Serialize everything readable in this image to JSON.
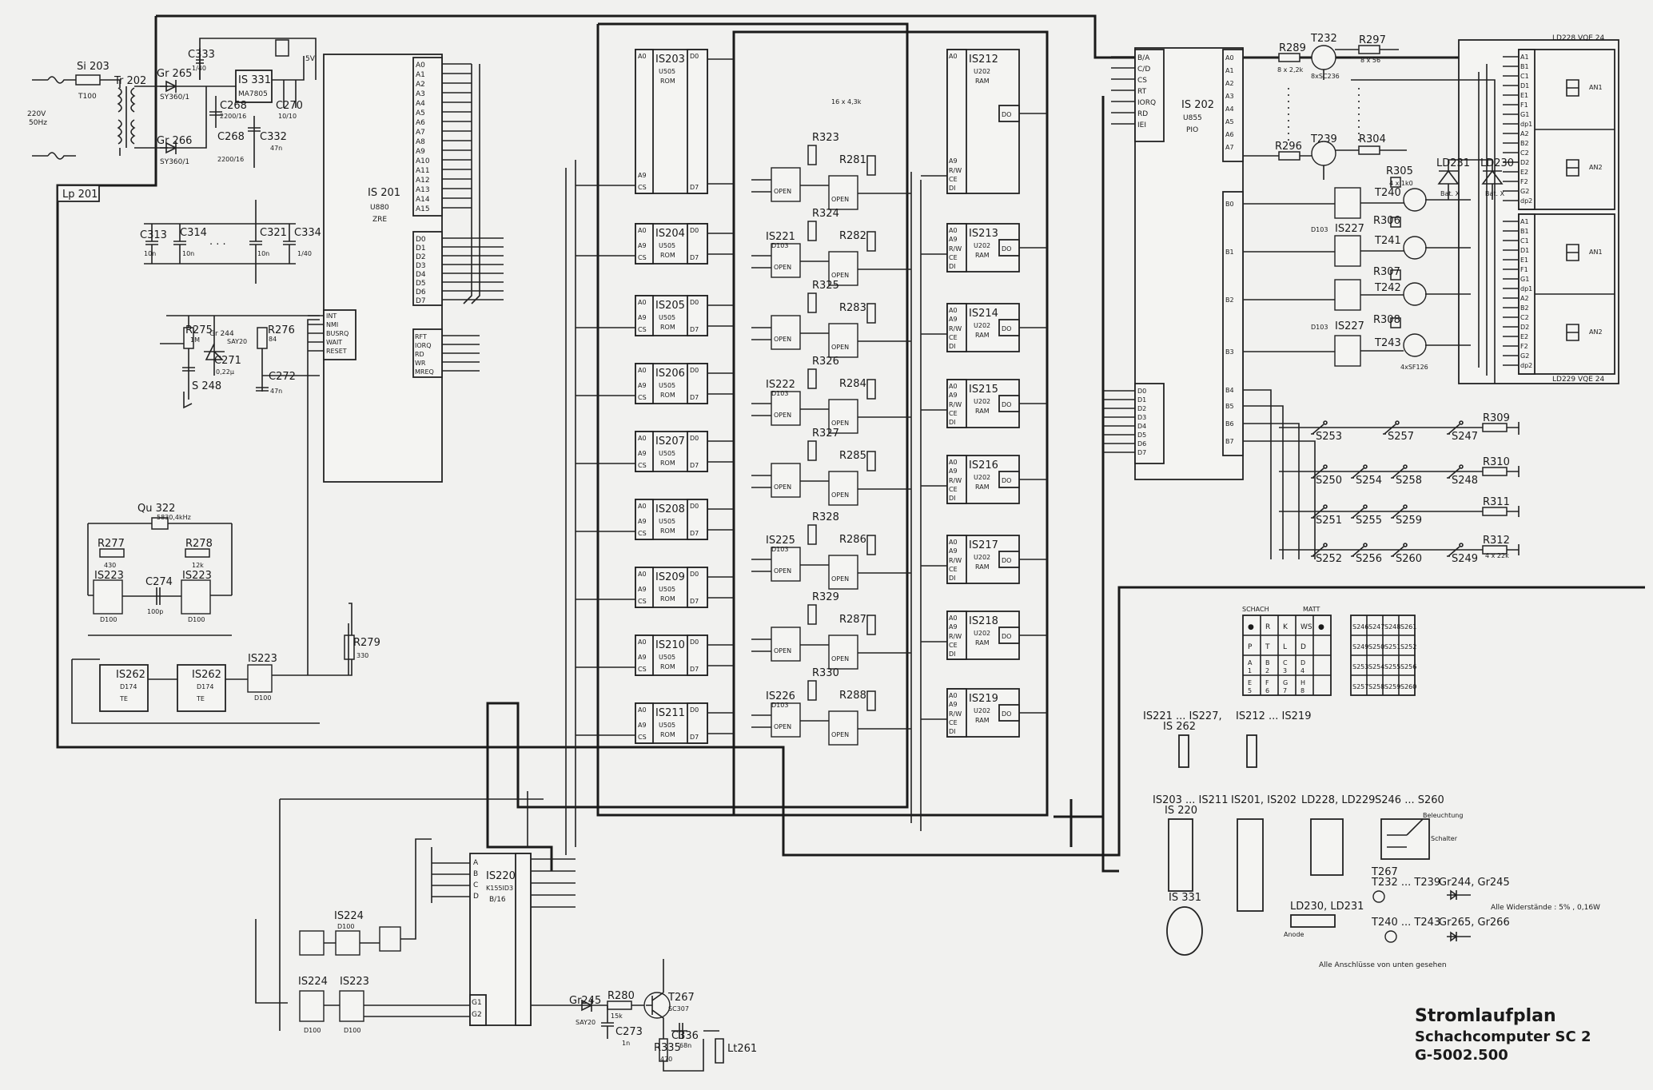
{
  "title": {
    "line1": "Stromlaufplan",
    "line2": "Schachcomputer  SC 2",
    "line3": "G-5002.500"
  },
  "power": {
    "mains": "220V",
    "freq": "50Hz",
    "fuse": "Si 203",
    "fuse_value": "T100",
    "transformer": "Tr 202",
    "diode1": "Gr 265",
    "diode1_type": "SY360/1",
    "diode2": "Gr 266",
    "diode2_type": "SY360/1",
    "regulator": "IS 331",
    "regulator_type": "MA7805",
    "board": "Lp 201",
    "supply": "5V"
  },
  "capacitors": [
    {
      "name": "C333",
      "value": "1/40"
    },
    {
      "name": "C268",
      "value": "2200/16"
    },
    {
      "name": "C270",
      "value": "10/10"
    },
    {
      "name": "C268",
      "value": "2200/16"
    },
    {
      "name": "C332",
      "value": "47n"
    },
    {
      "name": "C313",
      "value": "10n"
    },
    {
      "name": "C314",
      "value": "10n"
    },
    {
      "name": "C321",
      "value": "10n"
    },
    {
      "name": "C334",
      "value": "1/40"
    },
    {
      "name": "C271",
      "value": "0,22µ"
    },
    {
      "name": "C272",
      "value": "47n"
    },
    {
      "name": "C274",
      "value": "100p"
    },
    {
      "name": "C273",
      "value": "1n"
    },
    {
      "name": "C336",
      "value": "68n"
    }
  ],
  "resistors_left": [
    {
      "name": "R275",
      "value": "1M"
    },
    {
      "name": "R276",
      "value": "84"
    },
    {
      "name": "R277",
      "value": "430"
    },
    {
      "name": "R278",
      "value": "12k"
    },
    {
      "name": "R279",
      "value": "330"
    },
    {
      "name": "R280",
      "value": "15k"
    },
    {
      "name": "R335",
      "value": "470"
    }
  ],
  "misc_left": {
    "zener": "Gr 244",
    "zener_type": "SAY20",
    "switch": "S 248",
    "crystal": "Qu 322",
    "crystal_freq": "5830,4kHz",
    "is223": "IS223",
    "d100": "D100",
    "is262": "IS262",
    "d174": "D174",
    "te": "TE",
    "gr245": "Gr245",
    "gr245_type": "SAY20",
    "t267": "T267",
    "t267_type": "SC307",
    "lt261": "Lt261",
    "is224": "IS224"
  },
  "cpu": {
    "name": "IS 201",
    "type": "U880",
    "role": "ZRE",
    "addr_pins": [
      "A0",
      "A1",
      "A2",
      "A3",
      "A4",
      "A5",
      "A6",
      "A7",
      "A8",
      "A9",
      "A10",
      "A11",
      "A12",
      "A13",
      "A14",
      "A15"
    ],
    "data_pins": [
      "D0",
      "D1",
      "D2",
      "D3",
      "D4",
      "D5",
      "D6",
      "D7"
    ],
    "ctrl_in": [
      "INT",
      "NMI",
      "BUSRQ",
      "WAIT",
      "RESET"
    ],
    "ctrl_out": [
      "RFT",
      "IORQ",
      "RD",
      "WR",
      "MREQ"
    ]
  },
  "decoder": {
    "name": "IS220",
    "type": "K155ID3",
    "role": "B/16",
    "inputs": [
      "A",
      "B",
      "C",
      "D"
    ],
    "gates": [
      "G1",
      "G2"
    ]
  },
  "roms": [
    {
      "name": "IS203",
      "type": "U505",
      "role": "ROM"
    },
    {
      "name": "IS204",
      "type": "U505",
      "role": "ROM"
    },
    {
      "name": "IS205",
      "type": "U505",
      "role": "ROM"
    },
    {
      "name": "IS206",
      "type": "U505",
      "role": "ROM"
    },
    {
      "name": "IS207",
      "type": "U505",
      "role": "ROM"
    },
    {
      "name": "IS208",
      "type": "U505",
      "role": "ROM"
    },
    {
      "name": "IS209",
      "type": "U505",
      "role": "ROM"
    },
    {
      "name": "IS210",
      "type": "U505",
      "role": "ROM"
    },
    {
      "name": "IS211",
      "type": "U505",
      "role": "ROM"
    }
  ],
  "rom_pins": {
    "a0": "A0",
    "a9": "A9",
    "cs": "CS",
    "d0": "D0",
    "d7": "D7"
  },
  "open_gates": {
    "label": "OPEN",
    "gate_ics": [
      "IS221",
      "IS222",
      "IS225",
      "IS226"
    ],
    "gate_type": "D103",
    "resistors_top": [
      "R323",
      "R324",
      "R325",
      "R326",
      "R327",
      "R328",
      "R329",
      "R330"
    ],
    "resistors_side": [
      "R281",
      "R282",
      "R283",
      "R284",
      "R285",
      "R286",
      "R287",
      "R288"
    ],
    "array_value": "16 x 4,3k"
  },
  "rams": [
    {
      "name": "IS212",
      "type": "U202",
      "role": "RAM"
    },
    {
      "name": "IS213",
      "type": "U202",
      "role": "RAM"
    },
    {
      "name": "IS214",
      "type": "U202",
      "role": "RAM"
    },
    {
      "name": "IS215",
      "type": "U202",
      "role": "RAM"
    },
    {
      "name": "IS216",
      "type": "U202",
      "role": "RAM"
    },
    {
      "name": "IS217",
      "type": "U202",
      "role": "RAM"
    },
    {
      "name": "IS218",
      "type": "U202",
      "role": "RAM"
    },
    {
      "name": "IS219",
      "type": "U202",
      "role": "RAM"
    }
  ],
  "ram_pins": {
    "a0": "A0",
    "a9": "A9",
    "rw": "R/W",
    "ce": "CE",
    "di": "DI",
    "do": "DO"
  },
  "pio": {
    "name": "IS 202",
    "type": "U855",
    "role": "PIO",
    "ctrl": [
      "B/A",
      "C/D",
      "CS",
      "RT",
      "IORQ",
      "RD",
      "IEI"
    ],
    "data": [
      "D0",
      "D1",
      "D2",
      "D3",
      "D4",
      "D5",
      "D6",
      "D7"
    ],
    "port_a": [
      "A0",
      "A1",
      "A2",
      "A3",
      "A4",
      "A5",
      "A6",
      "A7"
    ],
    "port_b": [
      "B0",
      "B1",
      "B2",
      "B3",
      "B4",
      "B5",
      "B6",
      "B7"
    ]
  },
  "display": {
    "ld228": "LD228 VQE 24",
    "ld229": "LD229 VQE 24",
    "seg_pins_top": [
      "A1",
      "B1",
      "C1",
      "D1",
      "E1",
      "F1",
      "G1",
      "dp1",
      "A2",
      "B2",
      "C2",
      "D2",
      "E2",
      "F2",
      "G2",
      "dp2"
    ],
    "an1": "AN1",
    "an2": "AN2",
    "ld230": "LD230",
    "ld231": "LD231",
    "bat": "Bat. X",
    "transistors": [
      "T232",
      "T239",
      "T240",
      "T241",
      "T242",
      "T243"
    ],
    "t232_type": "8xSC236",
    "t243_type": "4xSF126",
    "res": [
      {
        "name": "R289",
        "value": "8 x 2,2k"
      },
      {
        "name": "R297",
        "value": "8 x 56"
      },
      {
        "name": "R296",
        "value": ""
      },
      {
        "name": "R304",
        "value": ""
      },
      {
        "name": "R305",
        "value": "4 x 1k0"
      },
      {
        "name": "R306",
        "value": ""
      },
      {
        "name": "R307",
        "value": ""
      },
      {
        "name": "R308",
        "value": ""
      }
    ],
    "is227": "IS227",
    "d103": "D103"
  },
  "keyboard": {
    "switches": [
      "S253",
      "S257",
      "S247",
      "S250",
      "S254",
      "S258",
      "S248",
      "S251",
      "S255",
      "S259",
      "S252",
      "S256",
      "S260",
      "S249"
    ],
    "row_res": [
      "R309",
      "R310",
      "R311",
      "R312"
    ],
    "row_res_value": "4 x 22k"
  },
  "legend_keys": {
    "header": [
      "SCHACH",
      "MATT"
    ],
    "rows": [
      [
        "●",
        "R",
        "K",
        "WS",
        "●"
      ],
      [
        "P",
        "T",
        "L",
        "D",
        ""
      ],
      [
        "A",
        "B",
        "C",
        "D",
        "1",
        "2",
        "3",
        "4"
      ],
      [
        "E",
        "F",
        "G",
        "H",
        "5",
        "6",
        "7",
        "8"
      ]
    ],
    "sw_grid": [
      [
        "S246",
        "S247",
        "S248",
        "S261"
      ],
      [
        "S249",
        "S250",
        "S251",
        "S252"
      ],
      [
        "S253",
        "S254",
        "S255",
        "S256"
      ],
      [
        "S257",
        "S258",
        "S259",
        "S260"
      ]
    ]
  },
  "pinouts": {
    "g1": "IS221 ... IS227,",
    "g1b": "IS 262",
    "g2": "IS212 ... IS219",
    "g3": "IS203 ... IS211",
    "g3b": "IS 220",
    "g4": "IS201, IS202",
    "g5": "LD228, LD229",
    "g6": "S246 ... S260",
    "g6a": "Beleuchtung",
    "g6b": "Schalter",
    "g7": "IS 331",
    "g8": "LD230, LD231",
    "g8a": "Anode",
    "g9": "T267",
    "g9b": "T232 ... T239",
    "g10": "Gr244, Gr245",
    "g11": "T240 ... T243",
    "g12": "Gr265, Gr266",
    "note1": "Alle Widerstände : 5% , 0,16W",
    "note2": "Alle Anschlüsse von unten gesehen"
  }
}
